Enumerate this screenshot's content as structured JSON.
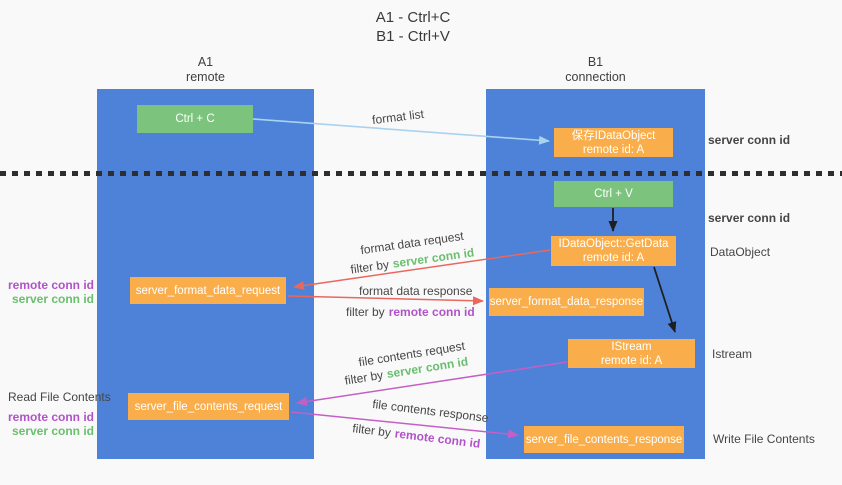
{
  "title": {
    "line1": "A1 - Ctrl+C",
    "line2": "B1 - Ctrl+V"
  },
  "columns": {
    "left": {
      "name": "A1",
      "role": "remote"
    },
    "right": {
      "name": "B1",
      "role": "connection"
    }
  },
  "nodes": {
    "ctrl_c": {
      "label": "Ctrl + C"
    },
    "save_idataobject": {
      "line1": "保存IDataObject",
      "line2": "remote id: A"
    },
    "ctrl_v": {
      "label": "Ctrl + V"
    },
    "getdata": {
      "line1": "IDataObject::GetData",
      "line2": "remote id: A"
    },
    "format_request": {
      "label": "server_format_data_request"
    },
    "format_response": {
      "label": "server_format_data_response"
    },
    "istream": {
      "line1": "IStream",
      "line2": "remote id: A"
    },
    "file_request": {
      "label": "server_file_contents_request"
    },
    "file_response": {
      "label": "server_file_contents_response"
    }
  },
  "edge_labels": {
    "format_list": "format list",
    "format_data_request": "format data request",
    "format_data_response": "format data response",
    "file_contents_request": "file contents request",
    "file_contents_response": "file contents response",
    "filter_by": "filter by",
    "server_conn_id": "server conn id",
    "remote_conn_id": "remote conn id"
  },
  "side_labels": {
    "server_conn_id_top": "server conn id",
    "server_conn_id_mid": "server conn id",
    "dataobject": "DataObject",
    "istream": "Istream",
    "write_file_contents": "Write File Contents",
    "read_file_contents": "Read File Contents",
    "remote_conn_id_left1": "remote conn id",
    "server_conn_id_left1": "server conn id",
    "remote_conn_id_left2": "remote conn id",
    "server_conn_id_left2": "server conn id"
  },
  "colors": {
    "column_blue": "#4d82d8",
    "box_green": "#7cc47e",
    "box_orange": "#f9ae4b",
    "arrow_lightblue": "#a9d2ef",
    "arrow_red": "#e9685e",
    "arrow_magenta": "#c55fc5",
    "arrow_black": "#1f1f1f",
    "text_green": "#6abf6e",
    "text_purple": "#b153c8",
    "text_dark": "#3f3f3f"
  }
}
